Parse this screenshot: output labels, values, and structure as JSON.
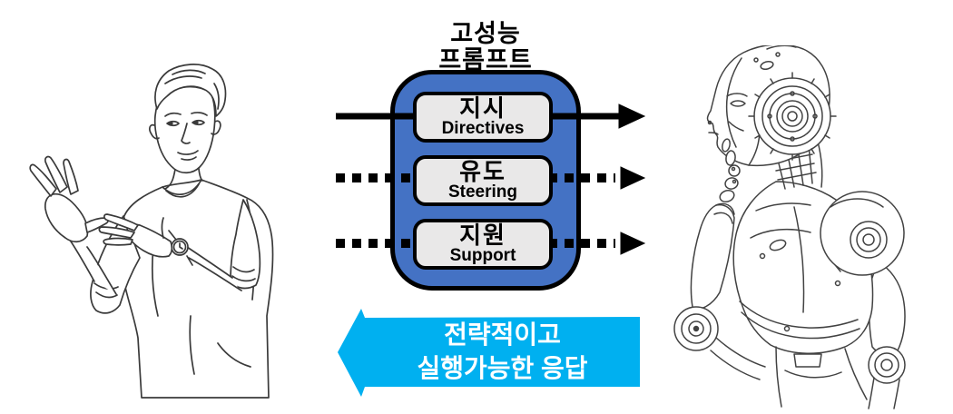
{
  "title": {
    "line1": "고성능",
    "line2": "프롬프트"
  },
  "prompt_box": {
    "fill": "#4472C4",
    "item_fill": "#E9E8E8",
    "border_color": "#000000",
    "items": [
      {
        "ko": "지시",
        "en": "Directives",
        "arrow_style": "solid"
      },
      {
        "ko": "유도",
        "en": "Steering",
        "arrow_style": "dotted"
      },
      {
        "ko": "지원",
        "en": "Support",
        "arrow_style": "dotted"
      }
    ]
  },
  "flow_arrows": {
    "color": "#000000",
    "direction": "left-to-right",
    "styles": [
      "solid",
      "dotted",
      "dotted"
    ]
  },
  "response_arrow": {
    "line1": "전략적이고",
    "line2": "실행가능한 응답",
    "fill": "#00B0F0",
    "text_color": "#FFFFFF",
    "direction": "right-to-left"
  },
  "illustrations": {
    "left": "man-presenting-line-art",
    "right": "robot-thinking-line-art"
  },
  "colors": {
    "background": "#FFFFFF"
  }
}
